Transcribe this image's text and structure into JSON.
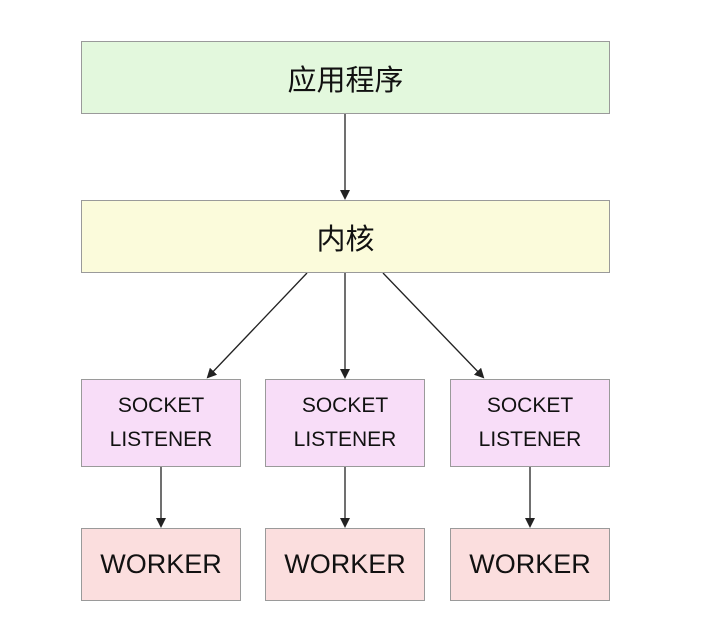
{
  "application": {
    "label": "应用程序"
  },
  "kernel": {
    "label": "内核"
  },
  "listeners": [
    {
      "line1": "SOCKET",
      "line2": "LISTENER"
    },
    {
      "line1": "SOCKET",
      "line2": "LISTENER"
    },
    {
      "line1": "SOCKET",
      "line2": "LISTENER"
    }
  ],
  "workers": [
    {
      "label": "WORKER"
    },
    {
      "label": "WORKER"
    },
    {
      "label": "WORKER"
    }
  ],
  "colors": {
    "application_fill": "#e3f8dd",
    "kernel_fill": "#fbfbdb",
    "listener_fill": "#f8ddf8",
    "worker_fill": "#fbdede",
    "border": "#9a9a9a",
    "arrow": "#222222"
  }
}
